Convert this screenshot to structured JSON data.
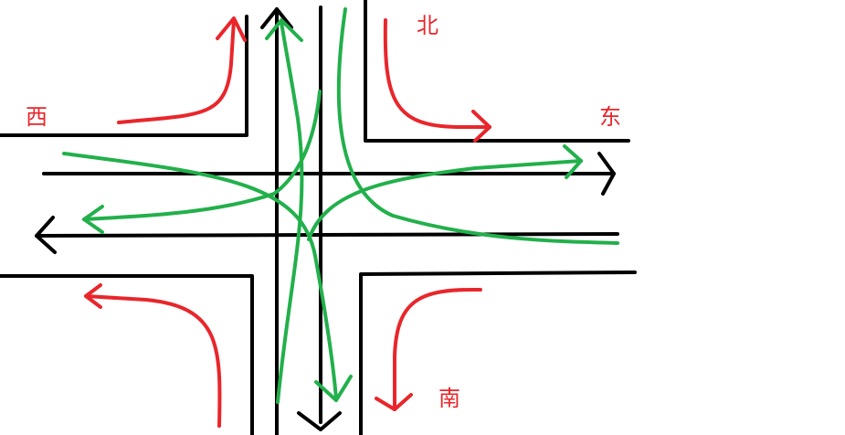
{
  "labels": {
    "north": "北",
    "east": "东",
    "west": "西",
    "south": "南"
  },
  "colors": {
    "road": "#000000",
    "turn": "#e8262b",
    "through": "#22b04b",
    "label": "#e8262b"
  }
}
